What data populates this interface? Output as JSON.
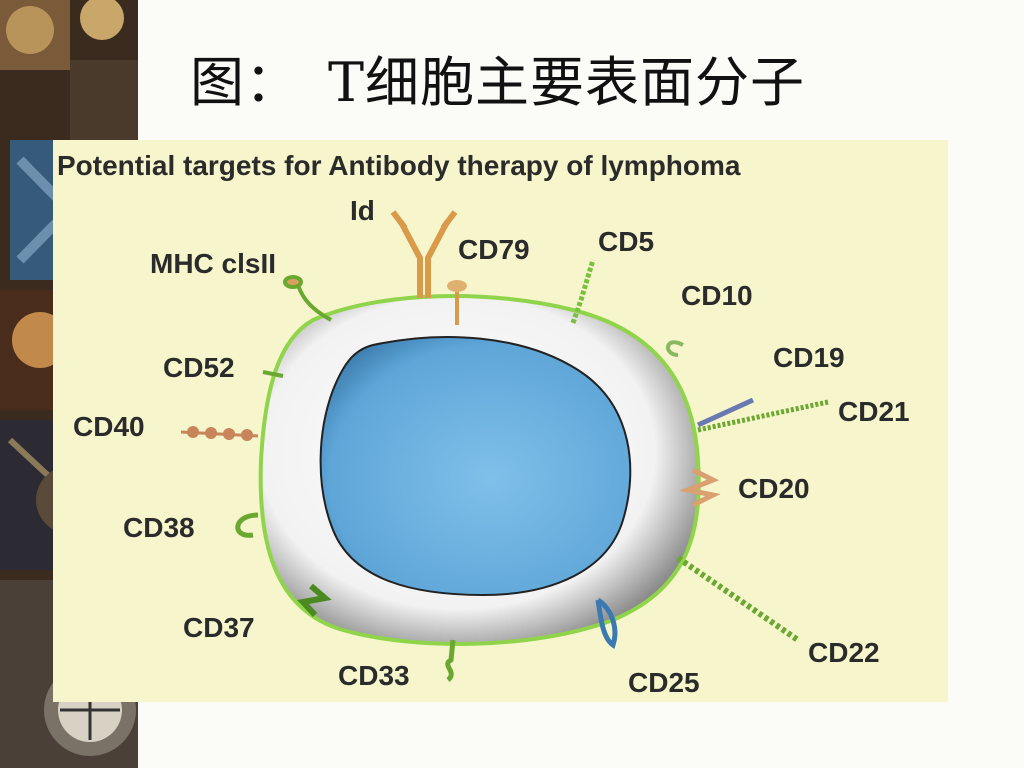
{
  "slide": {
    "title": "图：　T细胞主要表面分子"
  },
  "figure": {
    "title": "Potential targets for Antibody therapy of lymphoma",
    "labels": {
      "id": "Id",
      "cd79": "CD79",
      "cd5": "CD5",
      "mhc": "MHC clsII",
      "cd10": "CD10",
      "cd19": "CD19",
      "cd52": "CD52",
      "cd21": "CD21",
      "cd40": "CD40",
      "cd20": "CD20",
      "cd38": "CD38",
      "cd37": "CD37",
      "cd22": "CD22",
      "cd33": "CD33",
      "cd25": "CD25"
    }
  },
  "colors": {
    "nucleus": "#5fa6d8",
    "membrane": "#8fd44a",
    "panel": "#f7f5cc",
    "receptor_orange": "#d99a4a",
    "receptor_green": "#5a9a2a"
  }
}
